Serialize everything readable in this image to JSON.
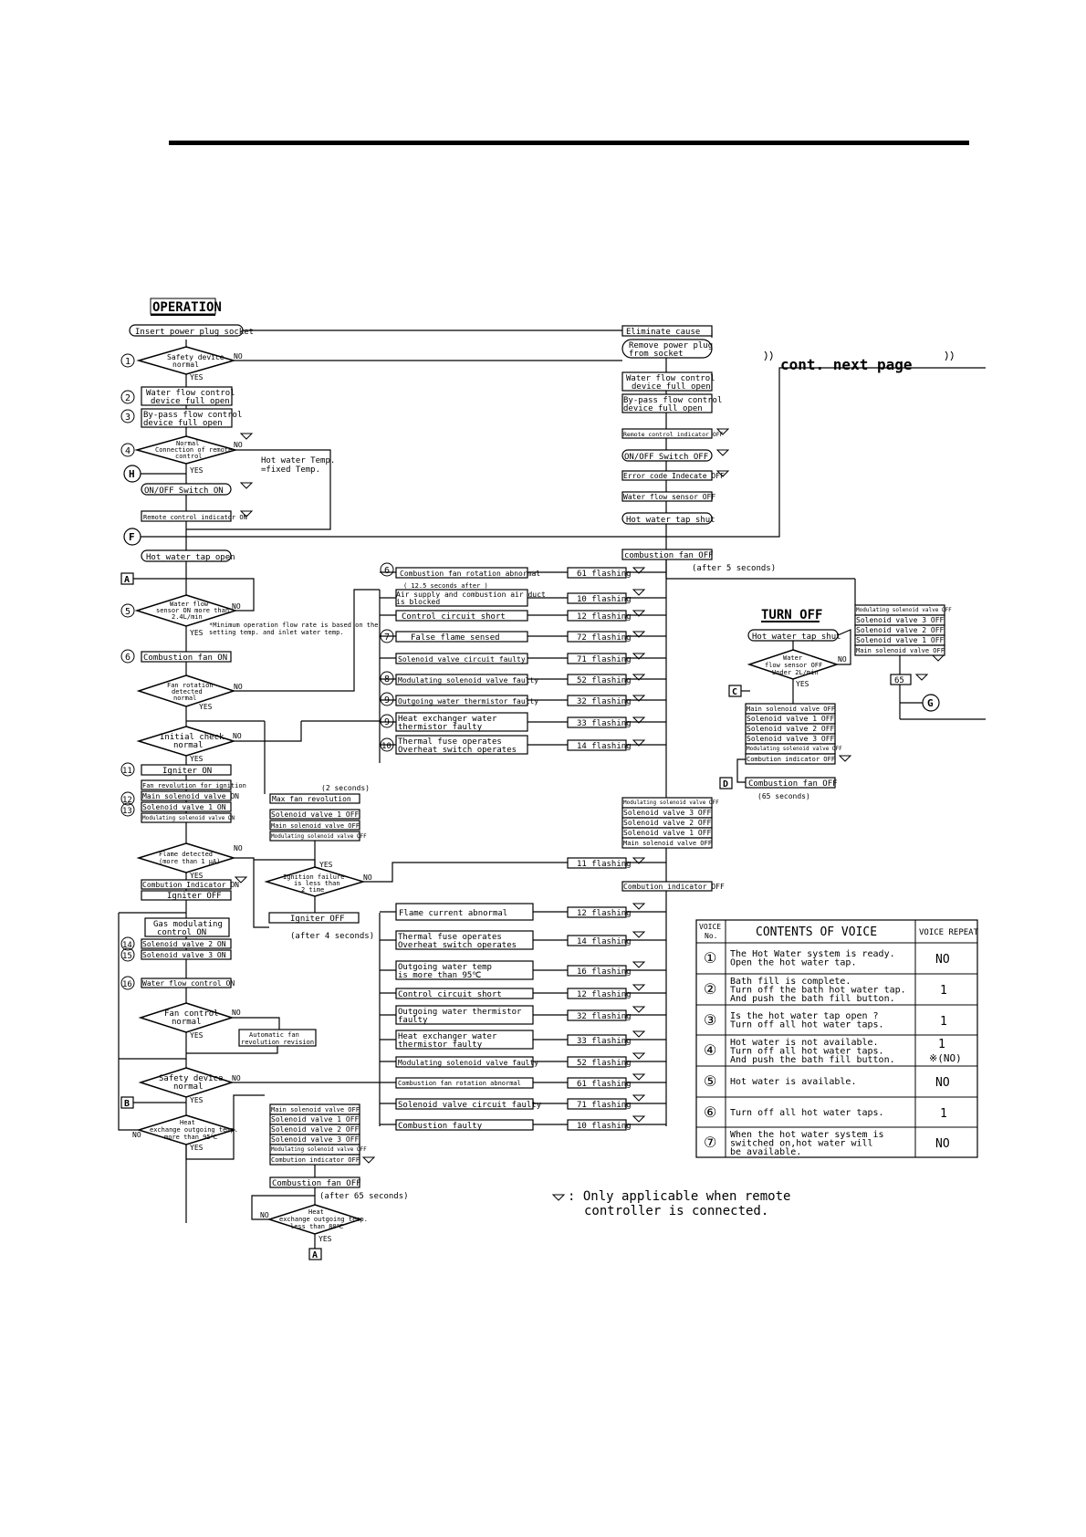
{
  "operation_title": "OPERATION",
  "turn_off_title": "TURN OFF",
  "cont_next_page": "cont. next page",
  "yes": "YES",
  "no": "NO",
  "footnote_line1": ": Only applicable when remote",
  "footnote_line2": "controller is connected.",
  "min_flow_note_line1": "*Minimum operation flow rate is based on the",
  "min_flow_note_line2": "setting temp. and inlet water temp.",
  "hot_water_fixed_line1": "Hot water Temp.",
  "hot_water_fixed_line2": "=fixed Temp.",
  "connectors": {
    "A": "A",
    "B": "B",
    "C": "C",
    "D": "D",
    "F": "F",
    "G": "G",
    "H": "H"
  },
  "step_numbers": [
    "1",
    "2",
    "3",
    "4",
    "5",
    "6",
    "8",
    "9",
    "11",
    "12",
    "13",
    "14",
    "15",
    "16",
    "7",
    "10"
  ],
  "left_column": {
    "insert_plug": "Insert power plug socket",
    "safety_device_l1": "Safety device",
    "safety_device_l2": "normal",
    "wfc_full_open_l1": "Water flow control",
    "wfc_full_open_l2": "device full open",
    "bypass_l1": "By-pass flow control",
    "bypass_l2": "device full open",
    "remote_conn_l1": "Normal",
    "remote_conn_l2": "Connection of remote",
    "remote_conn_l3": "control",
    "onoff_on": "ON/OFF Switch ON",
    "remote_ind_on": "Remote control indicator ON",
    "hot_tap_open": "Hot water tap open",
    "wf_sensor_l1": "Water flow",
    "wf_sensor_l2": "sensor ON more than",
    "wf_sensor_l3": "2.4L/min",
    "combustion_fan_on": "Combustion fan ON",
    "fan_rot_l1": "Fan rotation",
    "fan_rot_l2": "detected",
    "fan_rot_l3": "normal",
    "initial_check_l1": "Initial check",
    "initial_check_l2": "normal",
    "igniter_on": "Igniter  ON",
    "fan_rev_ignition": "Fan revolution for ignition",
    "main_sol_on": "Main solenoid valve ON",
    "sol1_on": "Solenoid valve 1 ON",
    "mod_sol_on": "Modulating solenoid valve ON",
    "flame_det_l1": "Flame detected",
    "flame_det_l2": "(more than 1 μA)",
    "comb_ind_on": "Combution Indicator ON",
    "igniter_off": "Igniter  OFF",
    "gas_mod_l1": "Gas modulating",
    "gas_mod_l2": "control ON",
    "sol2_on": "Solenoid valve 2 ON",
    "sol3_on": "Solenoid valve 3 ON",
    "wf_control_on": "Water flow control ON",
    "fan_ctrl_l1": "Fan control",
    "fan_ctrl_l2": "normal",
    "auto_fan_l1": "Automatic fan",
    "auto_fan_l2": "revolution revision",
    "safety2_l1": "Safety device",
    "safety2_l2": "normal",
    "heat_exch_l1": "Heat",
    "heat_exch_l2": "exchange outgoing temp.",
    "heat_exch_l3": "more than 95℃"
  },
  "mid_column": {
    "two_seconds": "(2 seconds)",
    "max_fan_rev": "Max fan revolution",
    "sol1_off": "Solenoid valve 1 OFF",
    "main_sol_off": "Main solenoid valve OFF",
    "mod_sol_off": "Modulating solenoid valve OFF",
    "ign_fail_l1": "Ignition failure",
    "ign_fail_l2": "is less than",
    "ign_fail_l3": "2 time",
    "igniter_off2": "Igniter  OFF",
    "after4": "(after 4 seconds)",
    "shut_list": [
      "Main solenoid valve OFF",
      "Solenoid valve 1 OFF",
      "Solenoid valve 2 OFF",
      "Solenoid valve 3 OFF",
      "Modulating solenoid valve OFF",
      "Combution indicator OFF"
    ],
    "comb_fan_off": "Combustion fan OFF",
    "after65": "(after 65 seconds)",
    "heat_exch2_l1": "Heat",
    "heat_exch2_l2": "exchange outgoing temp.",
    "heat_exch2_l3": "less than 80℃",
    "after12_5": "( 12.5 seconds after )"
  },
  "errors_top": [
    {
      "label": "Combustion fan rotation abnormal",
      "code": "61 flashing"
    },
    {
      "label": "Air supply and combustion air duct|is blocked",
      "code": "10 flashing"
    },
    {
      "label": "Control circuit short",
      "code": "12 flashing"
    },
    {
      "label": "False flame sensed",
      "code": "72 flashing"
    },
    {
      "label": "Solenoid valve circuit faulty",
      "code": "71 flashing"
    },
    {
      "label": "Modulating solenoid valve faulty",
      "code": "52 flashing"
    },
    {
      "label": "Outgoing water thermistor faulty",
      "code": "32 flashing"
    },
    {
      "label": "Heat exchanger water|thermistor faulty",
      "code": "33 flashing"
    },
    {
      "label": "Thermal fuse operates|Overheat switch operates",
      "code": "14 flashing"
    }
  ],
  "errors_bottom": [
    {
      "label": "Flame current abnormal",
      "code": "12 flashing"
    },
    {
      "label": "Thermal fuse operates|Overheat switch operates",
      "code": "14 flashing"
    },
    {
      "label": "Outgoing water temp|is more than 95℃",
      "code": "16 flashing"
    },
    {
      "label": "Control circuit short",
      "code": "12 flashing"
    },
    {
      "label": "Outgoing water thermistor|faulty",
      "code": "32 flashing"
    },
    {
      "label": "Heat exchanger water|thermistor faulty",
      "code": "33 flashing"
    },
    {
      "label": "Modulating solenoid valve faulty",
      "code": "52 flashing"
    },
    {
      "label": "Combustion fan rotation abnormal",
      "code": "61 flashing"
    },
    {
      "label": "Solenoid valve circuit faulty",
      "code": "71 flashing"
    },
    {
      "label": "Combustion faulty",
      "code": "10 flashing"
    }
  ],
  "ignition_fail_code": "11 flashing",
  "right_column": {
    "eliminate_cause": "Eliminate cause",
    "remove_plug_l1": "Remove power plug",
    "remove_plug_l2": "from socket",
    "wfc_l1": "Water flow control",
    "wfc_l2": "device full open",
    "bypass_l1": "By-pass flow control",
    "bypass_l2": "device full open",
    "remote_ind_off": "Remote control indicator OFF",
    "onoff_off": "ON/OFF Switch OFF",
    "error_code": "Error code Indecate OFF",
    "wf_sensor_off": "Water flow sensor  OFF",
    "hot_tap_shut": "Hot water tap shut",
    "comb_fan_off": "combustion fan OFF",
    "after5": "(after 5 seconds)",
    "valve_off_list": [
      "Modulating solenoid valve OFF",
      "Solenoid valve 3 OFF",
      "Solenoid valve 2 OFF",
      "Solenoid valve 1 OFF",
      "Main solenoid valve OFF"
    ],
    "comb_ind_off": "Combution indicator OFF"
  },
  "turn_off": {
    "hot_tap_shut": "Hot water tap shut",
    "wf_l1": "Water",
    "wf_l2": "flow sensor OFF",
    "wf_l3": "Under 2L/min",
    "list": [
      "Main solenoid valve OFF",
      "Solenoid valve 1 OFF",
      "Solenoid valve 2 OFF",
      "Solenoid valve 3 OFF",
      "Modulating solenoid valve OFF",
      "Combution indicator OFF"
    ],
    "comb_fan_off": "Combustion fan OFF",
    "after65": "(65 seconds)",
    "right_list": [
      "Modulating solenoid valve OFF",
      "Solenoid valve 3 OFF",
      "Solenoid valve 2 OFF",
      "Solenoid valve 1 OFF",
      "Main solenoid valve OFF"
    ],
    "code65": "65"
  },
  "voice_table": {
    "h_no_l1": "VOICE",
    "h_no_l2": "No.",
    "h_contents": "CONTENTS OF VOICE",
    "h_repeat": "VOICE REPEAT",
    "rows": [
      {
        "no": "①",
        "l1": "The Hot Water system is ready.",
        "l2": "Open the hot water tap.",
        "l3": "",
        "rep1": "NO",
        "rep2": ""
      },
      {
        "no": "②",
        "l1": "Bath fill is complete.",
        "l2": "Turn off the bath hot water tap.",
        "l3": "And push the bath fill button.",
        "rep1": "1",
        "rep2": ""
      },
      {
        "no": "③",
        "l1": "Is the hot water tap open ?",
        "l2": "Turn off all hot water taps.",
        "l3": "",
        "rep1": "1",
        "rep2": ""
      },
      {
        "no": "④",
        "l1": "Hot water is not available.",
        "l2": "Turn off all hot water taps.",
        "l3": "And push the bath fill button.",
        "rep1": "1",
        "rep2": "※(NO)"
      },
      {
        "no": "⑤",
        "l1": "Hot water is available.",
        "l2": "",
        "l3": "",
        "rep1": "NO",
        "rep2": ""
      },
      {
        "no": "⑥",
        "l1": "Turn off all hot water taps.",
        "l2": "",
        "l3": "",
        "rep1": "1",
        "rep2": ""
      },
      {
        "no": "⑦",
        "l1": "When the hot water system is",
        "l2": "switched on,hot water will",
        "l3": "be available.",
        "rep1": "NO",
        "rep2": ""
      }
    ]
  }
}
